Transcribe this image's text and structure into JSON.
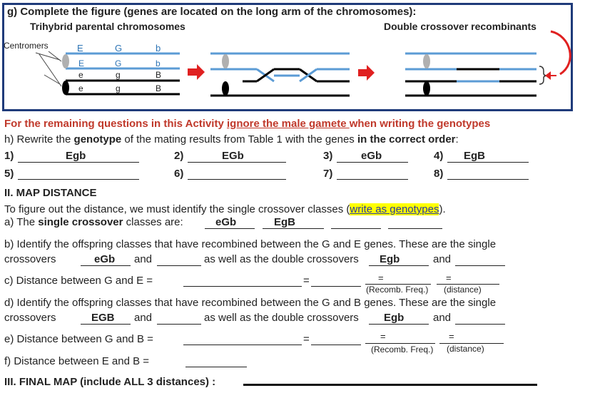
{
  "figure": {
    "title": "g) Complete the figure (genes are located on the long arm of the chromosomes):",
    "left_caption": "Trihybrid parental chromosomes",
    "right_caption": "Double crossover recombinants",
    "centromeres_label": "Centromers",
    "genes_row1": [
      "E",
      "G",
      "b"
    ],
    "genes_row2": [
      "E",
      "G",
      "b"
    ],
    "genes_row3": [
      "e",
      "g",
      "B"
    ],
    "genes_row4": [
      "e",
      "g",
      "B"
    ],
    "colors": {
      "blue": "#5b9bd5",
      "black": "#000000",
      "red": "#e02020",
      "grey": "#b0b0b0",
      "border": "#1f3b7a"
    }
  },
  "section_h": {
    "note_prefix": "For the remaining questions in this Activity ",
    "note_underlined": "ignore the male gamete ",
    "note_suffix": "when writing the genotypes",
    "h_prefix": "h) Rewrite the ",
    "h_bold1": "genotype",
    "h_mid": " of the mating results from Table 1 with the genes ",
    "h_bold2": "in the correct order",
    "h_end": ":",
    "items": [
      {
        "num": "1)",
        "val": "Egb"
      },
      {
        "num": "2)",
        "val": "EGb"
      },
      {
        "num": "3)",
        "val": "eGb"
      },
      {
        "num": "4)",
        "val": "EgB"
      },
      {
        "num": "5)",
        "val": ""
      },
      {
        "num": "6)",
        "val": ""
      },
      {
        "num": "7)",
        "val": ""
      },
      {
        "num": "8)",
        "val": ""
      }
    ]
  },
  "section_ii": {
    "heading": "II. MAP DISTANCE",
    "intro": "To figure out the distance, we must identify the single crossover classes (",
    "intro_hl": "write as genotypes",
    "intro_end": ").",
    "a_prefix": "a) The ",
    "a_bold": "single crossover",
    "a_mid": " classes are: ",
    "a_val1": "eGb",
    "a_val2": "EgB",
    "b_line1": "b) Identify the offspring classes that have recombined between the G and E genes. These are the single",
    "b_l2_a": "crossovers",
    "b_val1": "eGb",
    "b_and": "and",
    "b_mid": "as well as the double crossovers",
    "b_val2": "Egb",
    "b_and2": "and",
    "c_label": "c) Distance between G and E =",
    "recomb": "(Recomb. Freq.)",
    "distance": "(distance)",
    "eq": "=",
    "d_line1": "d) Identify the offspring classes that have recombined between the G and B genes. These are the single",
    "d_l2_a": "crossovers",
    "d_val1": "EGB",
    "d_and": "and",
    "d_mid": "as well as the double crossovers",
    "d_val2": "Egb",
    "d_and2": "and",
    "e_label": "e) Distance between G and B =",
    "f_label": "f) Distance between E and B ="
  },
  "section_iii": {
    "heading": "III. FINAL MAP (include ALL 3 distances) :"
  }
}
